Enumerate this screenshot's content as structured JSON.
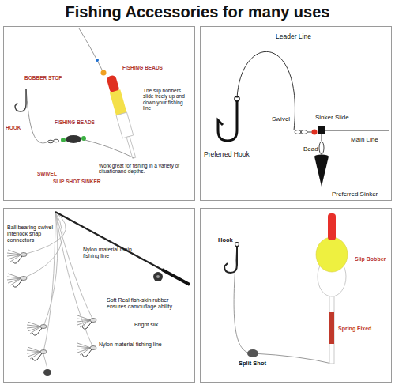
{
  "diagram": {
    "title": "Fishing Accessories for many uses",
    "nodes": [
      {
        "text": [
          "BOBBER STOP",
          "FISHING BEADS",
          "The slip bobbers slide freely up and down your fishing line",
          "HOOK",
          "FISHING BEADS",
          "Work great for fishing in a variety of situationand depths.",
          "SWIVEL",
          "SLIP SHOT SINKER"
        ]
      },
      {
        "text": [
          "Leader Line",
          "Preferred Hook",
          "Swivel",
          "Sinker Slide",
          "Bead",
          "Main Line",
          "Preferred Sinker"
        ]
      },
      {
        "text": [
          "Ball bearing swivel interlock snap connectors",
          "Nylon material main fishing line",
          "Soft Real fish-skin rubber ensures camouflage ability",
          "Bright silk",
          "Nylon material fishing line"
        ]
      },
      {
        "text": [
          "Hook",
          "Slip Bobber",
          "Spring Fixed",
          "Split Shot"
        ]
      }
    ]
  }
}
